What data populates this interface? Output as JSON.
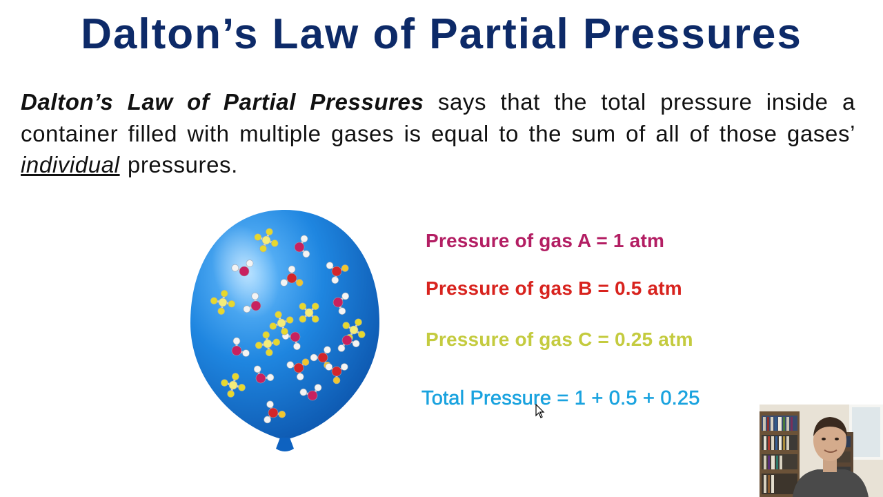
{
  "slide": {
    "title": "Dalton’s Law of Partial Pressures",
    "definition": {
      "term": "Dalton’s Law of Partial Pressures",
      "text_before_emphasis": " says that the total pressure inside a container filled with multiple gases is equal to the sum of all of those gases’ ",
      "emphasis": "individual",
      "text_after_emphasis": " pressures."
    },
    "equations": {
      "gas_a": "Pressure of gas A = 1 atm",
      "gas_b": "Pressure of gas B = 0.5 atm",
      "gas_c": "Pressure of gas C = 0.25 atm",
      "total": "Total Pressure = 1 + 0.5 + 0.25"
    }
  },
  "colors": {
    "title": "#0d2a68",
    "gas_a": "#b31e63",
    "gas_b": "#d8231e",
    "gas_c": "#c4cb3f",
    "total": "#1aa3df",
    "balloon": "#1a7fd6"
  },
  "icons": {
    "cursor": "mouse-pointer-icon"
  }
}
